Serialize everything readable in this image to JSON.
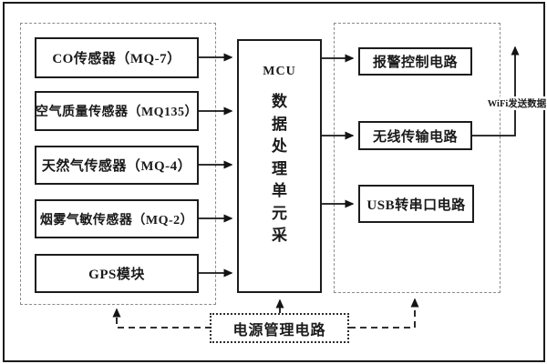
{
  "diagram": {
    "left_group": {
      "blocks": [
        {
          "label": "CO传感器（MQ-7）"
        },
        {
          "label": "空气质量传感器（MQ135）"
        },
        {
          "label": "天然气传感器（MQ-4）"
        },
        {
          "label": "烟雾气敏传感器（MQ-2）"
        },
        {
          "label": "GPS模块"
        }
      ]
    },
    "mcu": {
      "title": "MCU",
      "vertical_label": "数据处理单元采"
    },
    "right_group": {
      "blocks": [
        {
          "label": "报警控制电路"
        },
        {
          "label": "无线传输电路"
        },
        {
          "label": "USB转串口电路"
        }
      ]
    },
    "power": {
      "label": "电源管理电路"
    },
    "wifi_label": "WiFi发送数据",
    "colors": {
      "line": "#141414",
      "box_border": "#1c1c1c",
      "container_border": "#8c8c8c",
      "background": "#ffffff"
    }
  }
}
